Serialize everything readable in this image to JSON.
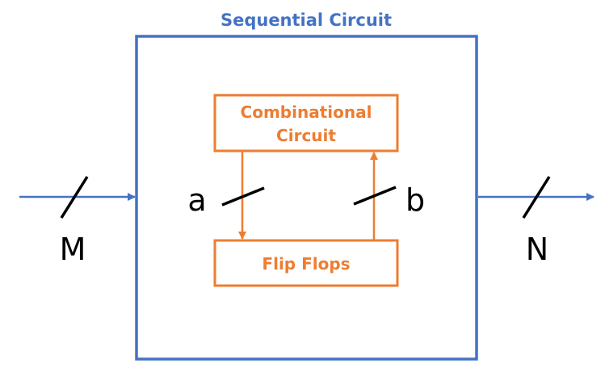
{
  "diagram": {
    "outer": {
      "title": "Sequential Circuit"
    },
    "combinational": {
      "line1": "Combinational",
      "line2": "Circuit"
    },
    "flipflops": {
      "label": "Flip Flops"
    },
    "buses": {
      "input": "M",
      "output": "N",
      "comb_to_ff": "a",
      "ff_to_comb": "b"
    },
    "colors": {
      "blue": "#4472C4",
      "orange": "#ED7D31",
      "black": "#000000"
    }
  }
}
